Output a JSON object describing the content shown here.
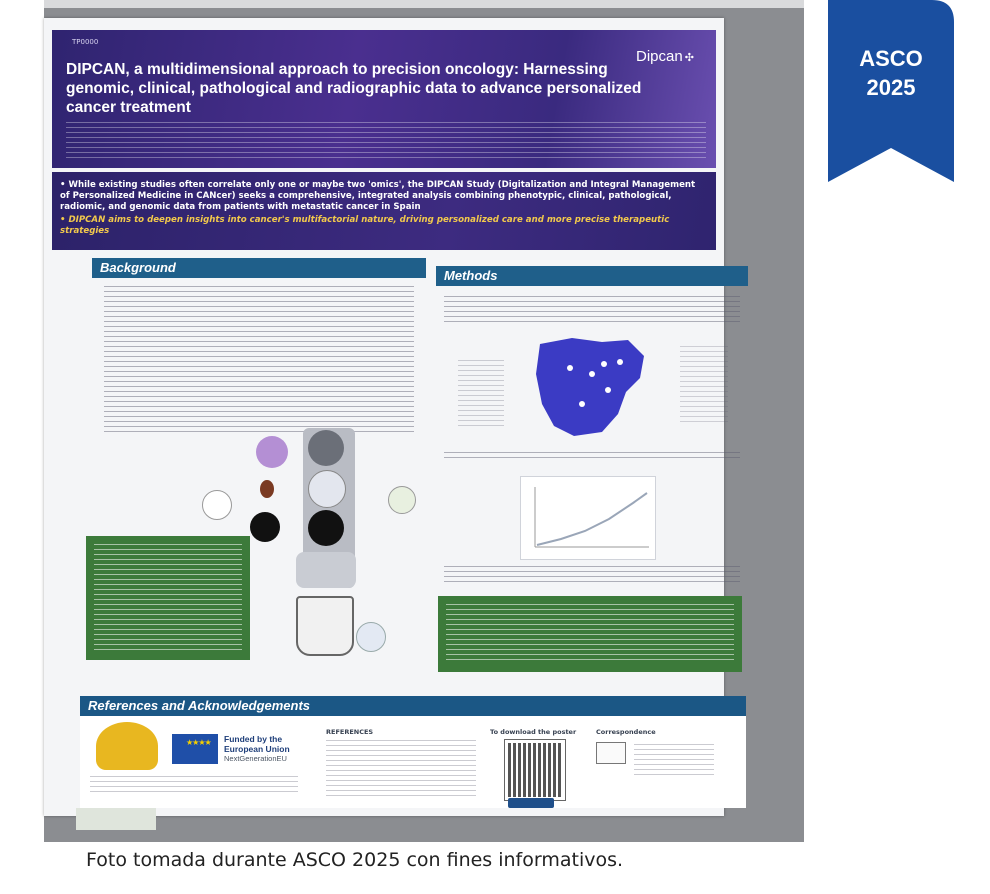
{
  "ribbon": {
    "line1": "ASCO",
    "line2": "2025",
    "color": "#1a4fa0"
  },
  "poster": {
    "tag": "TP0000",
    "brand": "Dipcan",
    "title": "DIPCAN, a multidimensional approach to precision oncology: Harnessing genomic, clinical, pathological and radiographic data to advance personalized cancer treatment",
    "summary": {
      "bullet1": "While existing studies often correlate only one or maybe two 'omics', the DIPCAN Study (Digitalization and Integral Management of Personalized Medicine in CANcer) seeks a comprehensive, integrated analysis combining phenotypic, clinical, pathological, radiomic, and genomic data from patients with metastatic cancer in Spain",
      "bullet2": "DIPCAN aims to deepen insights into cancer's multifactorial nature, driving personalized care and more precise therapeutic strategies"
    },
    "sections": {
      "background": "Background",
      "methods": "Methods",
      "references": "References and Acknowledgements"
    },
    "funding": {
      "line1": "Funded by the",
      "line2": "European Union",
      "line3": "NextGenerationEU"
    },
    "labels": {
      "refs": "REFERENCES",
      "download": "To download the poster",
      "correspondence": "Correspondence"
    },
    "colors": {
      "title_band": "#3a2a80",
      "section_header": "#1f5f8a",
      "conclusions": "#3c7a3a",
      "highlight": "#f2c94c"
    }
  },
  "caption": "Foto tomada durante ASCO 2025 con fines informativos."
}
